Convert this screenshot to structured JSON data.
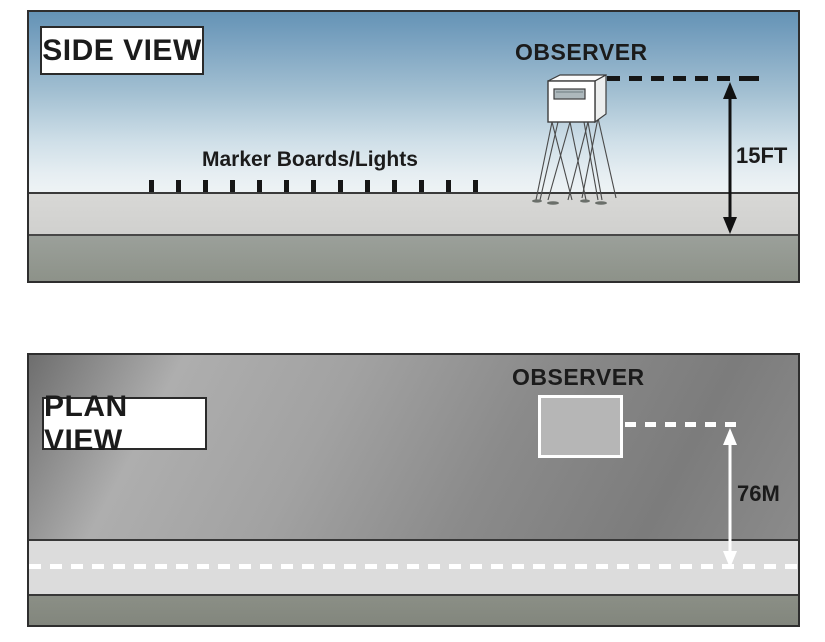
{
  "side_view": {
    "label": "SIDE VIEW",
    "observer_label": "OBSERVER",
    "marker_boards_label": "Marker Boards/Lights",
    "marker_count": 13,
    "height_label": "15FT"
  },
  "plan_view": {
    "label": "PLAN VIEW",
    "observer_label": "OBSERVER",
    "distance_label": "76M"
  },
  "colors": {
    "sky_top": "#6493b6",
    "sky_horizon": "#eef3f5",
    "ground_light": "#d6d6d4",
    "ground_dark": "#949992",
    "plan_tarmac": "#8b8b8b",
    "runway_strip": "#dcdcdc",
    "centerline": "#ffffff",
    "annotation_dark": "#161616",
    "annotation_light": "#ffffff"
  }
}
